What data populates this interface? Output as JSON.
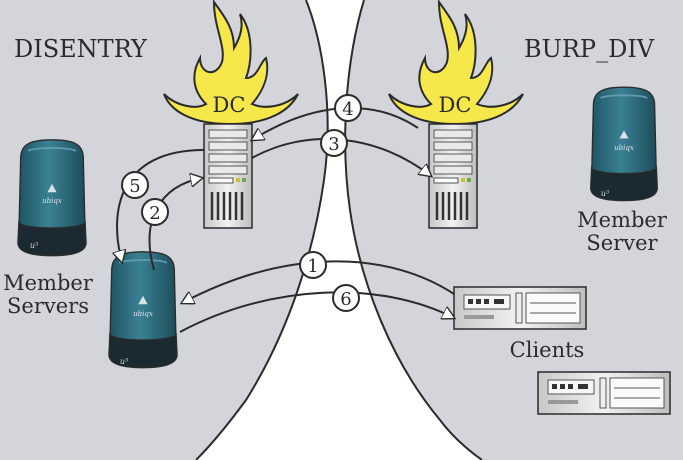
{
  "domains": {
    "left": "DISENTRY",
    "right": "BURP_DIV"
  },
  "dc_label": "DC",
  "labels": {
    "member_servers_line1": "Member",
    "member_servers_line2": "Servers",
    "member_server_line1": "Member",
    "member_server_line2": "Server",
    "clients": "Clients"
  },
  "server_logo_text": "ubiqx",
  "server_badge_text": "u³",
  "steps": [
    "1",
    "2",
    "3",
    "4",
    "5",
    "6"
  ],
  "colors": {
    "domain_fill": "#d4d5da",
    "flame_fill": "#f6e84a",
    "server_teal": "#2f6d7e",
    "server_dark": "#1b2a30",
    "stroke": "#2b2b2b"
  }
}
